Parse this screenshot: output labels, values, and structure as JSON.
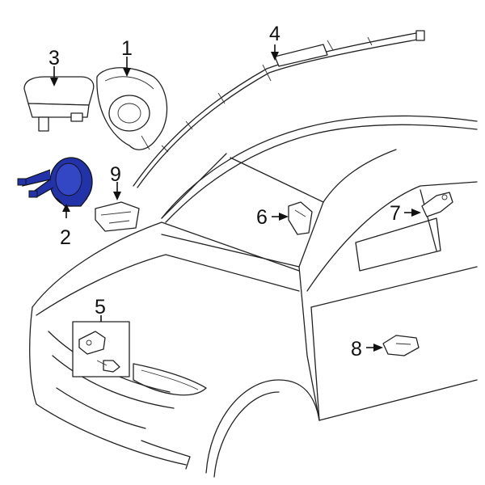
{
  "diagram": {
    "highlight_color": "#2233aa",
    "callouts": [
      {
        "id": "1",
        "text": "1"
      },
      {
        "id": "2",
        "text": "2"
      },
      {
        "id": "3",
        "text": "3"
      },
      {
        "id": "4",
        "text": "4"
      },
      {
        "id": "5",
        "text": "5"
      },
      {
        "id": "6",
        "text": "6"
      },
      {
        "id": "7",
        "text": "7"
      },
      {
        "id": "8",
        "text": "8"
      },
      {
        "id": "9",
        "text": "9"
      }
    ]
  }
}
